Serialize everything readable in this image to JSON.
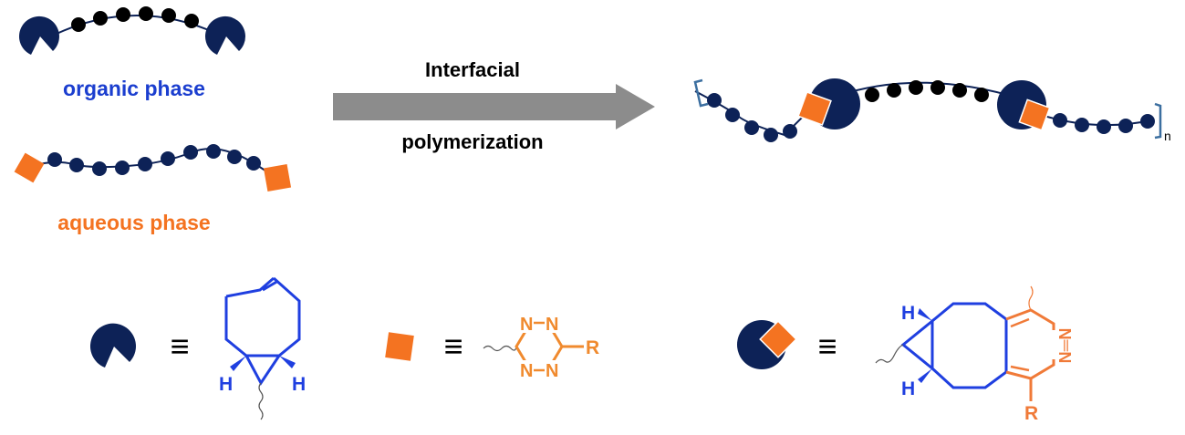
{
  "labels": {
    "organic_phase": "organic phase",
    "aqueous_phase": "aqueous phase",
    "arrow_top": "Interfacial",
    "arrow_bottom": "polymerization",
    "repeat_subscript": "n"
  },
  "equivalence_symbol": "≡",
  "structures": {
    "tco": {
      "h_left": "H",
      "h_right": "H"
    },
    "tetrazine": {
      "n1": "N",
      "n2": "N",
      "n3": "N",
      "n4": "N",
      "r": "R"
    },
    "adduct": {
      "h_top": "H",
      "h_bottom": "H",
      "n_pair": "N═N",
      "r": "R"
    }
  },
  "colors": {
    "navy": "#0d2257",
    "orange": "#f47321",
    "blue_text": "#1b3ecf",
    "struct_blue": "#1f3fe0",
    "struct_orange": "#f07a38",
    "arrow_gray": "#8c8c8c",
    "bracket": "#3c6fa0"
  }
}
